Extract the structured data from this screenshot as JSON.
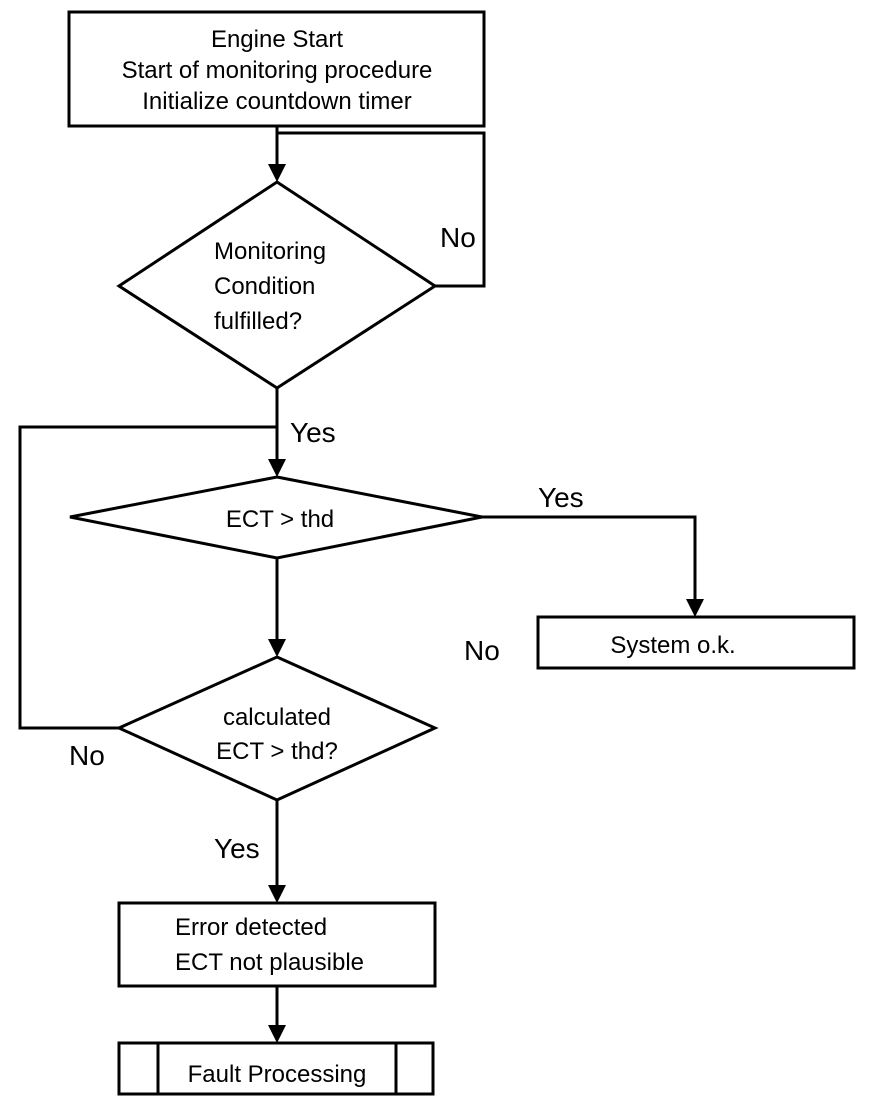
{
  "nodes": {
    "start": {
      "lines": [
        "Engine Start",
        "Start of monitoring procedure",
        "Initialize countdown timer"
      ]
    },
    "monitoring_decision": {
      "lines": [
        "Monitoring",
        "Condition",
        "fulfilled?"
      ]
    },
    "ect_decision": {
      "lines": [
        "ECT > thd"
      ]
    },
    "system_ok": {
      "lines": [
        "System o.k."
      ]
    },
    "calc_decision": {
      "lines": [
        "calculated",
        "ECT > thd?"
      ]
    },
    "error": {
      "lines": [
        "Error detected",
        "ECT not plausible"
      ]
    },
    "fault": {
      "lines": [
        "Fault Processing"
      ]
    }
  },
  "edge_labels": {
    "monitoring_no": "No",
    "monitoring_yes": "Yes",
    "ect_yes": "Yes",
    "ect_no": "No",
    "calc_no": "No",
    "calc_yes": "Yes"
  }
}
